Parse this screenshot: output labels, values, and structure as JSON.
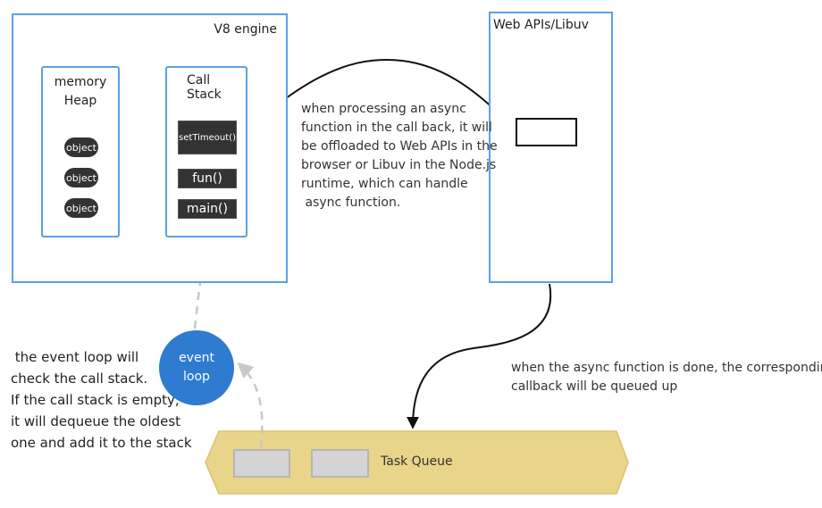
{
  "v8": {
    "label": "V8 engine",
    "heap": {
      "title_line1": "memory",
      "title_line2": "Heap",
      "objects": [
        "object",
        "object",
        "object"
      ]
    },
    "call_stack": {
      "title": "Call Stack",
      "frames": [
        "setTimeout()",
        "fun()",
        "main()"
      ]
    }
  },
  "web_apis": {
    "label": "Web APIs/Libuv"
  },
  "notes": {
    "offload": "when processing an async\nfunction in the call back, it will\nbe offloaded to Web APIs in the\nbrowser or Libuv in the Node.js\nruntime, which can handle\n async function.",
    "queued": "when the async function is done, the corresponding\ncallback will be queued up",
    "event_loop": " the event loop will\ncheck the call stack.\nIf the call stack is empty,\nit will dequeue the oldest\none and add it to the stack"
  },
  "event_loop": {
    "line1": "event",
    "line2": "loop"
  },
  "task_queue": {
    "label": "Task Queue"
  },
  "colors": {
    "box_border": "#5aa0e8",
    "event_loop": "#2e7bd0",
    "queue_fill": "#e8d58a",
    "stack_frame": "#333333",
    "dashed_arrow": "#c8c8c8"
  }
}
